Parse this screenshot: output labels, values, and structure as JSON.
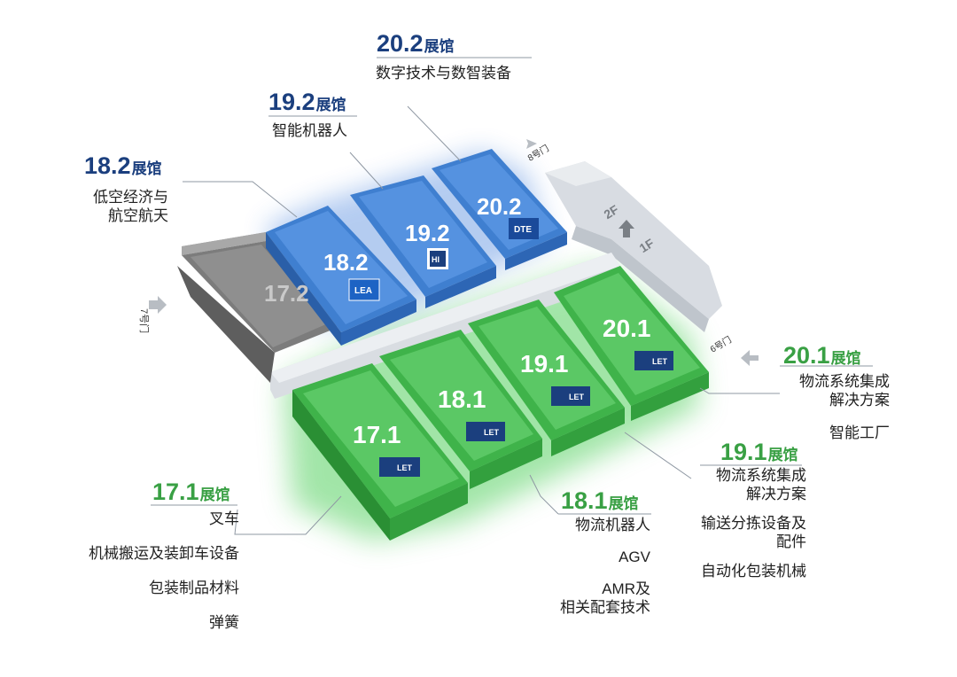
{
  "halls": {
    "h18_2": {
      "number": "18.2",
      "suffix": "展馆",
      "lines": [
        "低空经济与",
        "航空航天"
      ]
    },
    "h19_2": {
      "number": "19.2",
      "suffix": "展馆",
      "lines": [
        "智能机器人"
      ]
    },
    "h20_2": {
      "number": "20.2",
      "suffix": "展馆",
      "lines": [
        "数字技术与数智装备"
      ]
    },
    "h20_1": {
      "number": "20.1",
      "suffix": "展馆",
      "lines": [
        "物流系统集成",
        "解决方案",
        "智能工厂"
      ]
    },
    "h19_1": {
      "number": "19.1",
      "suffix": "展馆",
      "lines": [
        "物流系统集成",
        "解决方案",
        "输送分拣设备及",
        "配件",
        "自动化包装机械"
      ]
    },
    "h18_1": {
      "number": "18.1",
      "suffix": "展馆",
      "lines": [
        "物流机器人",
        "AGV",
        "AMR及",
        "相关配套技术"
      ]
    },
    "h17_1": {
      "number": "17.1",
      "suffix": "展馆",
      "lines": [
        "叉车",
        "机械搬运及装卸车设备",
        "包装制品材料",
        "弹簧"
      ]
    }
  },
  "blocks": {
    "b17_2": "17.2",
    "b18_2": "18.2",
    "b19_2": "19.2",
    "b20_2": "20.2",
    "b17_1": "17.1",
    "b18_1": "18.1",
    "b19_1": "19.1",
    "b20_1": "20.1"
  },
  "logos": {
    "lea": "LEA",
    "dte": "DTE",
    "let": "LET",
    "hi": "HI"
  },
  "floors": {
    "upper": "2F",
    "lower": "1F"
  },
  "gates": {
    "g8": "8号门",
    "g7": "7号门",
    "g6": "6号门"
  },
  "colors": {
    "blue": "#1b3f7e",
    "green": "#39a044",
    "block_blue": "#3f7fd0",
    "block_green": "#3fb34a",
    "block_gray": "#8a8a8a"
  }
}
